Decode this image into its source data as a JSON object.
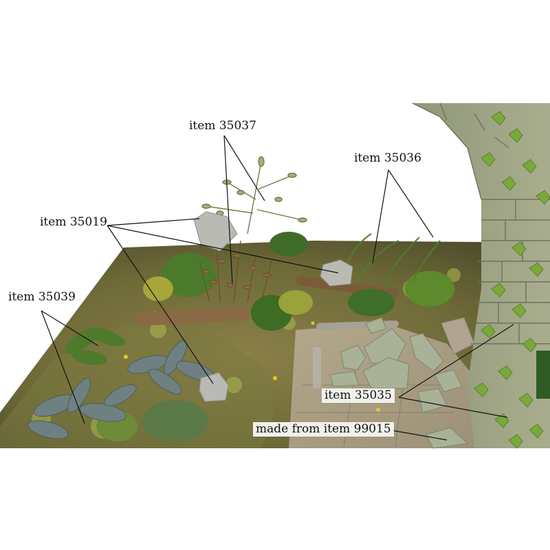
{
  "labels": {
    "item_35037": "item 35037",
    "item_35036": "item 35036",
    "item_35019": "item 35019",
    "item_35039": "item 35039",
    "item_35035": "item 35035",
    "made_from_99015": "made from item 99015"
  },
  "colors": {
    "background": "#ffffff",
    "ground": "#6f6a3c",
    "stone": "#8e9a7e",
    "ivy": "#6f9a2f",
    "leader_line": "#111111"
  }
}
